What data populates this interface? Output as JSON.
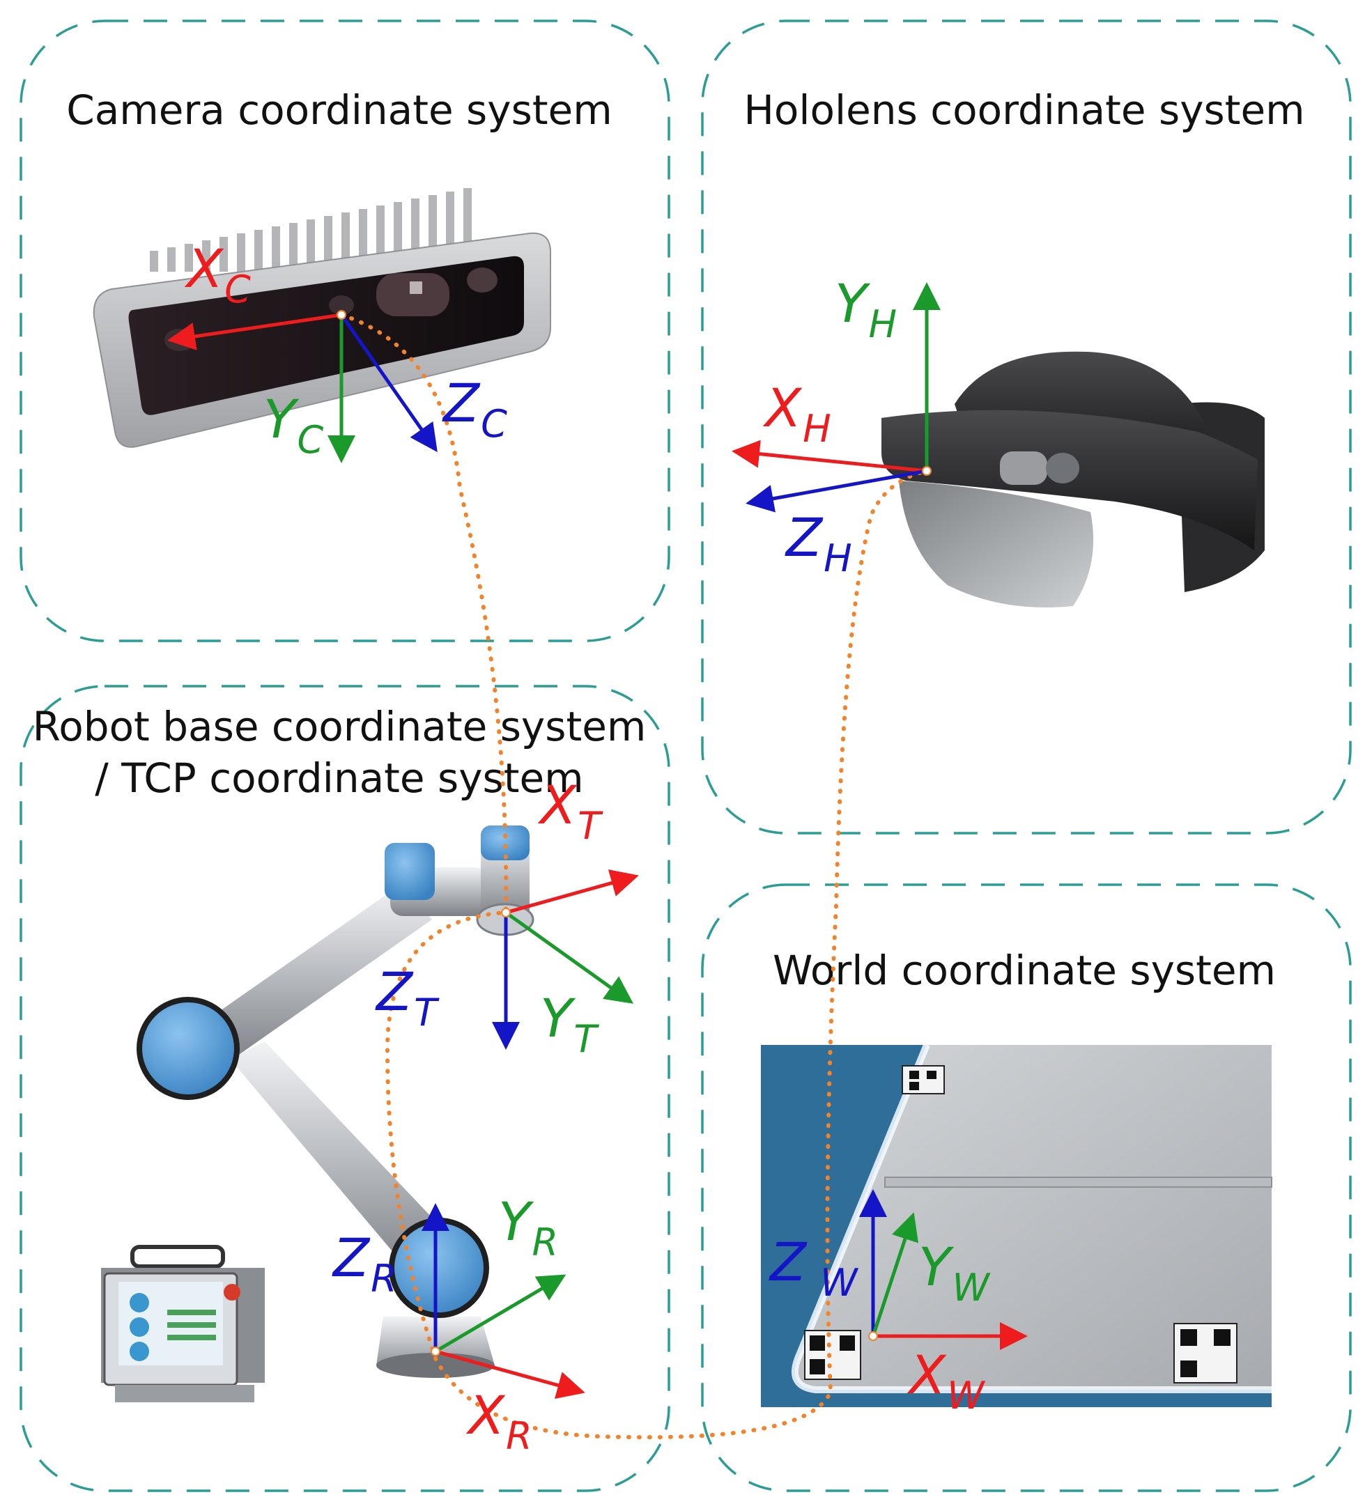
{
  "panels": {
    "camera": {
      "title": "Camera coordinate system"
    },
    "hololens": {
      "title": "Hololens coordinate system"
    },
    "robot": {
      "title_line1": "Robot base coordinate system",
      "title_line2": "/ TCP coordinate system"
    },
    "world": {
      "title": "World coordinate system"
    }
  },
  "axes": {
    "camera": {
      "x": {
        "main": "X",
        "sub": "C"
      },
      "y": {
        "main": "Y",
        "sub": "C"
      },
      "z": {
        "main": "Z",
        "sub": "C"
      }
    },
    "hololens": {
      "x": {
        "main": "X",
        "sub": "H"
      },
      "y": {
        "main": "Y",
        "sub": "H"
      },
      "z": {
        "main": "Z",
        "sub": "H"
      }
    },
    "tcp": {
      "x": {
        "main": "X",
        "sub": "T"
      },
      "y": {
        "main": "Y",
        "sub": "T"
      },
      "z": {
        "main": "Z",
        "sub": "T"
      }
    },
    "robot": {
      "x": {
        "main": "X",
        "sub": "R"
      },
      "y": {
        "main": "Y",
        "sub": "R"
      },
      "z": {
        "main": "Z",
        "sub": "R"
      }
    },
    "world": {
      "x": {
        "main": "X",
        "sub": "W"
      },
      "y": {
        "main": "Y",
        "sub": "W"
      },
      "z": {
        "main": "Z",
        "sub": "W"
      }
    }
  },
  "colors": {
    "x_axis": "#ee1c1c",
    "y_axis": "#1a9a2a",
    "z_axis": "#1515c8",
    "panel_border": "#2a9d94",
    "transform_path": "#f2832a"
  }
}
